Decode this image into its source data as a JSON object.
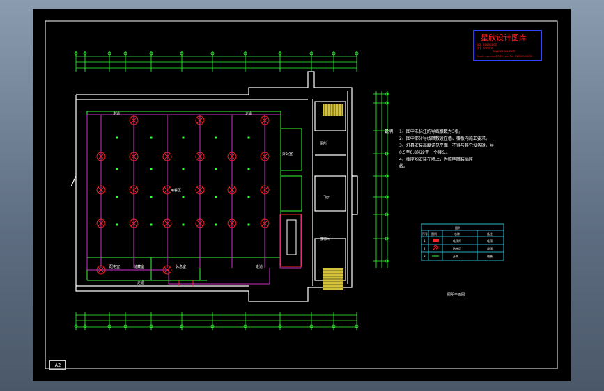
{
  "stamp": {
    "title": "星欣设计图库",
    "line1": "QQ: 00000000",
    "line2": "QQ: 000000",
    "line3": "www.xxxxx.com",
    "email": "Email: xxxxxxx@163.com  Tel: 13800000000"
  },
  "notes": {
    "heading": "说明：",
    "items": [
      "1、图中未标注的导线根数为3根。",
      "2、图中部分导线暗敷设在墙、楼板内施工要求。",
      "3、灯具安装高度详见平面，不得与其它设备碰。导",
      "0.5至0.8米设置一个接头。",
      "4、插座均安装在墙上，为照明暗装插座",
      "线。"
    ]
  },
  "legend": {
    "title": "图例",
    "headers": [
      "序号",
      "图例",
      "名称",
      "备注"
    ],
    "rows": [
      [
        "1",
        "",
        "吸顶灯",
        "吸顶"
      ],
      [
        "2",
        "",
        "防水灯",
        "吸顶"
      ],
      [
        "3",
        "",
        "开关",
        "暗装"
      ]
    ]
  },
  "plan_title": "照明平面图",
  "sheet_number": "A2",
  "rooms": {
    "main_hall": "用餐区",
    "top_left": "走道",
    "top_mid": "走道",
    "bottom_a": "配电室",
    "bottom_b": "储藏室",
    "bottom_c": "休息室",
    "bottom_d": "走道",
    "right_a": "办公室",
    "right_b": "厕所",
    "right_c": "门厅",
    "right_d": "楼梯间",
    "bottom_e": "走道"
  },
  "colors": {
    "wall": "#ffffff",
    "grid": "#33ff33",
    "wire": "#cc33cc",
    "lamp": "#ff2222",
    "switch": "#33ff33",
    "stamp_border": "#3344ff",
    "stamp_text": "#ff2222"
  }
}
